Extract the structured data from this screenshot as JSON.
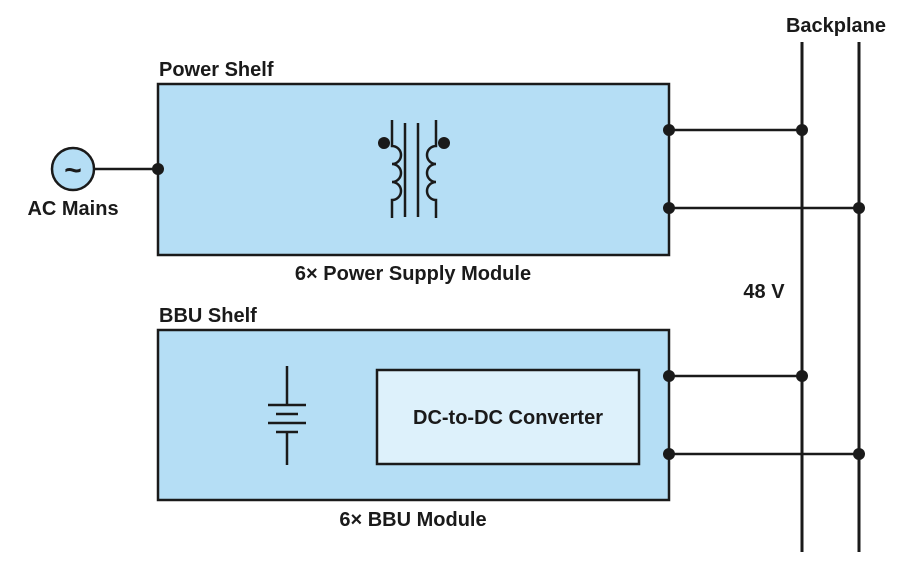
{
  "labels": {
    "backplane": "Backplane",
    "power_shelf": "Power Shelf",
    "ac_mains": "AC Mains",
    "ac_symbol": "~",
    "psu_module": "6× Power Supply Module",
    "bbu_shelf": "BBU Shelf",
    "voltage": "48 V",
    "dcdc": "DC-to-DC Converter",
    "bbu_module": "6× BBU Module"
  },
  "colors": {
    "box_fill": "#b5def5",
    "inner_box_fill": "#ddf1fb",
    "stroke": "#1a1a1a"
  }
}
